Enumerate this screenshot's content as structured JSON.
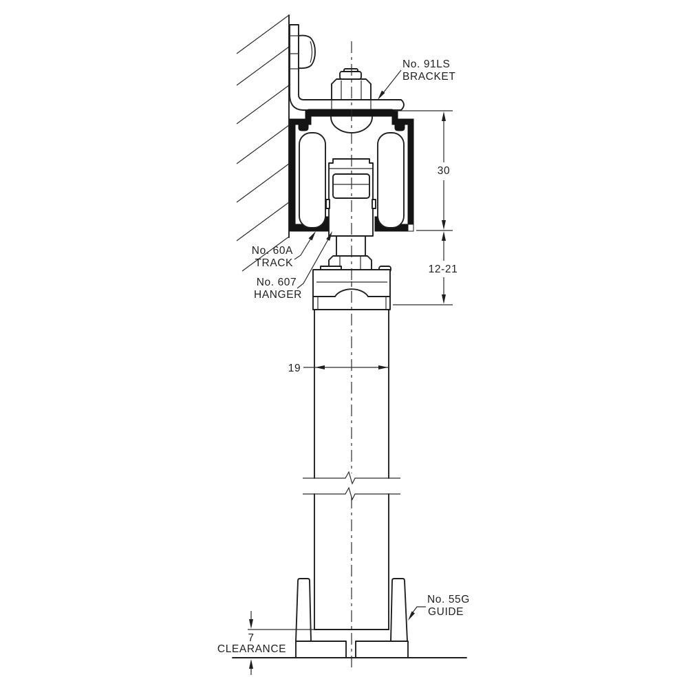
{
  "drawing": {
    "title": "sliding-door-hardware-cross-section",
    "labels": {
      "bracket": {
        "line1": "No. 91LS",
        "line2": "BRACKET"
      },
      "track": {
        "line1": "No. 60A",
        "line2": "TRACK"
      },
      "hanger": {
        "line1": "No. 607",
        "line2": "HANGER"
      },
      "guide": {
        "line1": "No. 55G",
        "line2": "GUIDE"
      }
    },
    "dimensions": {
      "track_height": "30",
      "hanger_adjustment": "12-21",
      "door_thickness": "19",
      "clearance_value": "7",
      "clearance_label": "CLEARANCE"
    },
    "colors": {
      "line": "#1f1f1f",
      "background": "#ffffff",
      "track_fill": "#141414"
    }
  }
}
